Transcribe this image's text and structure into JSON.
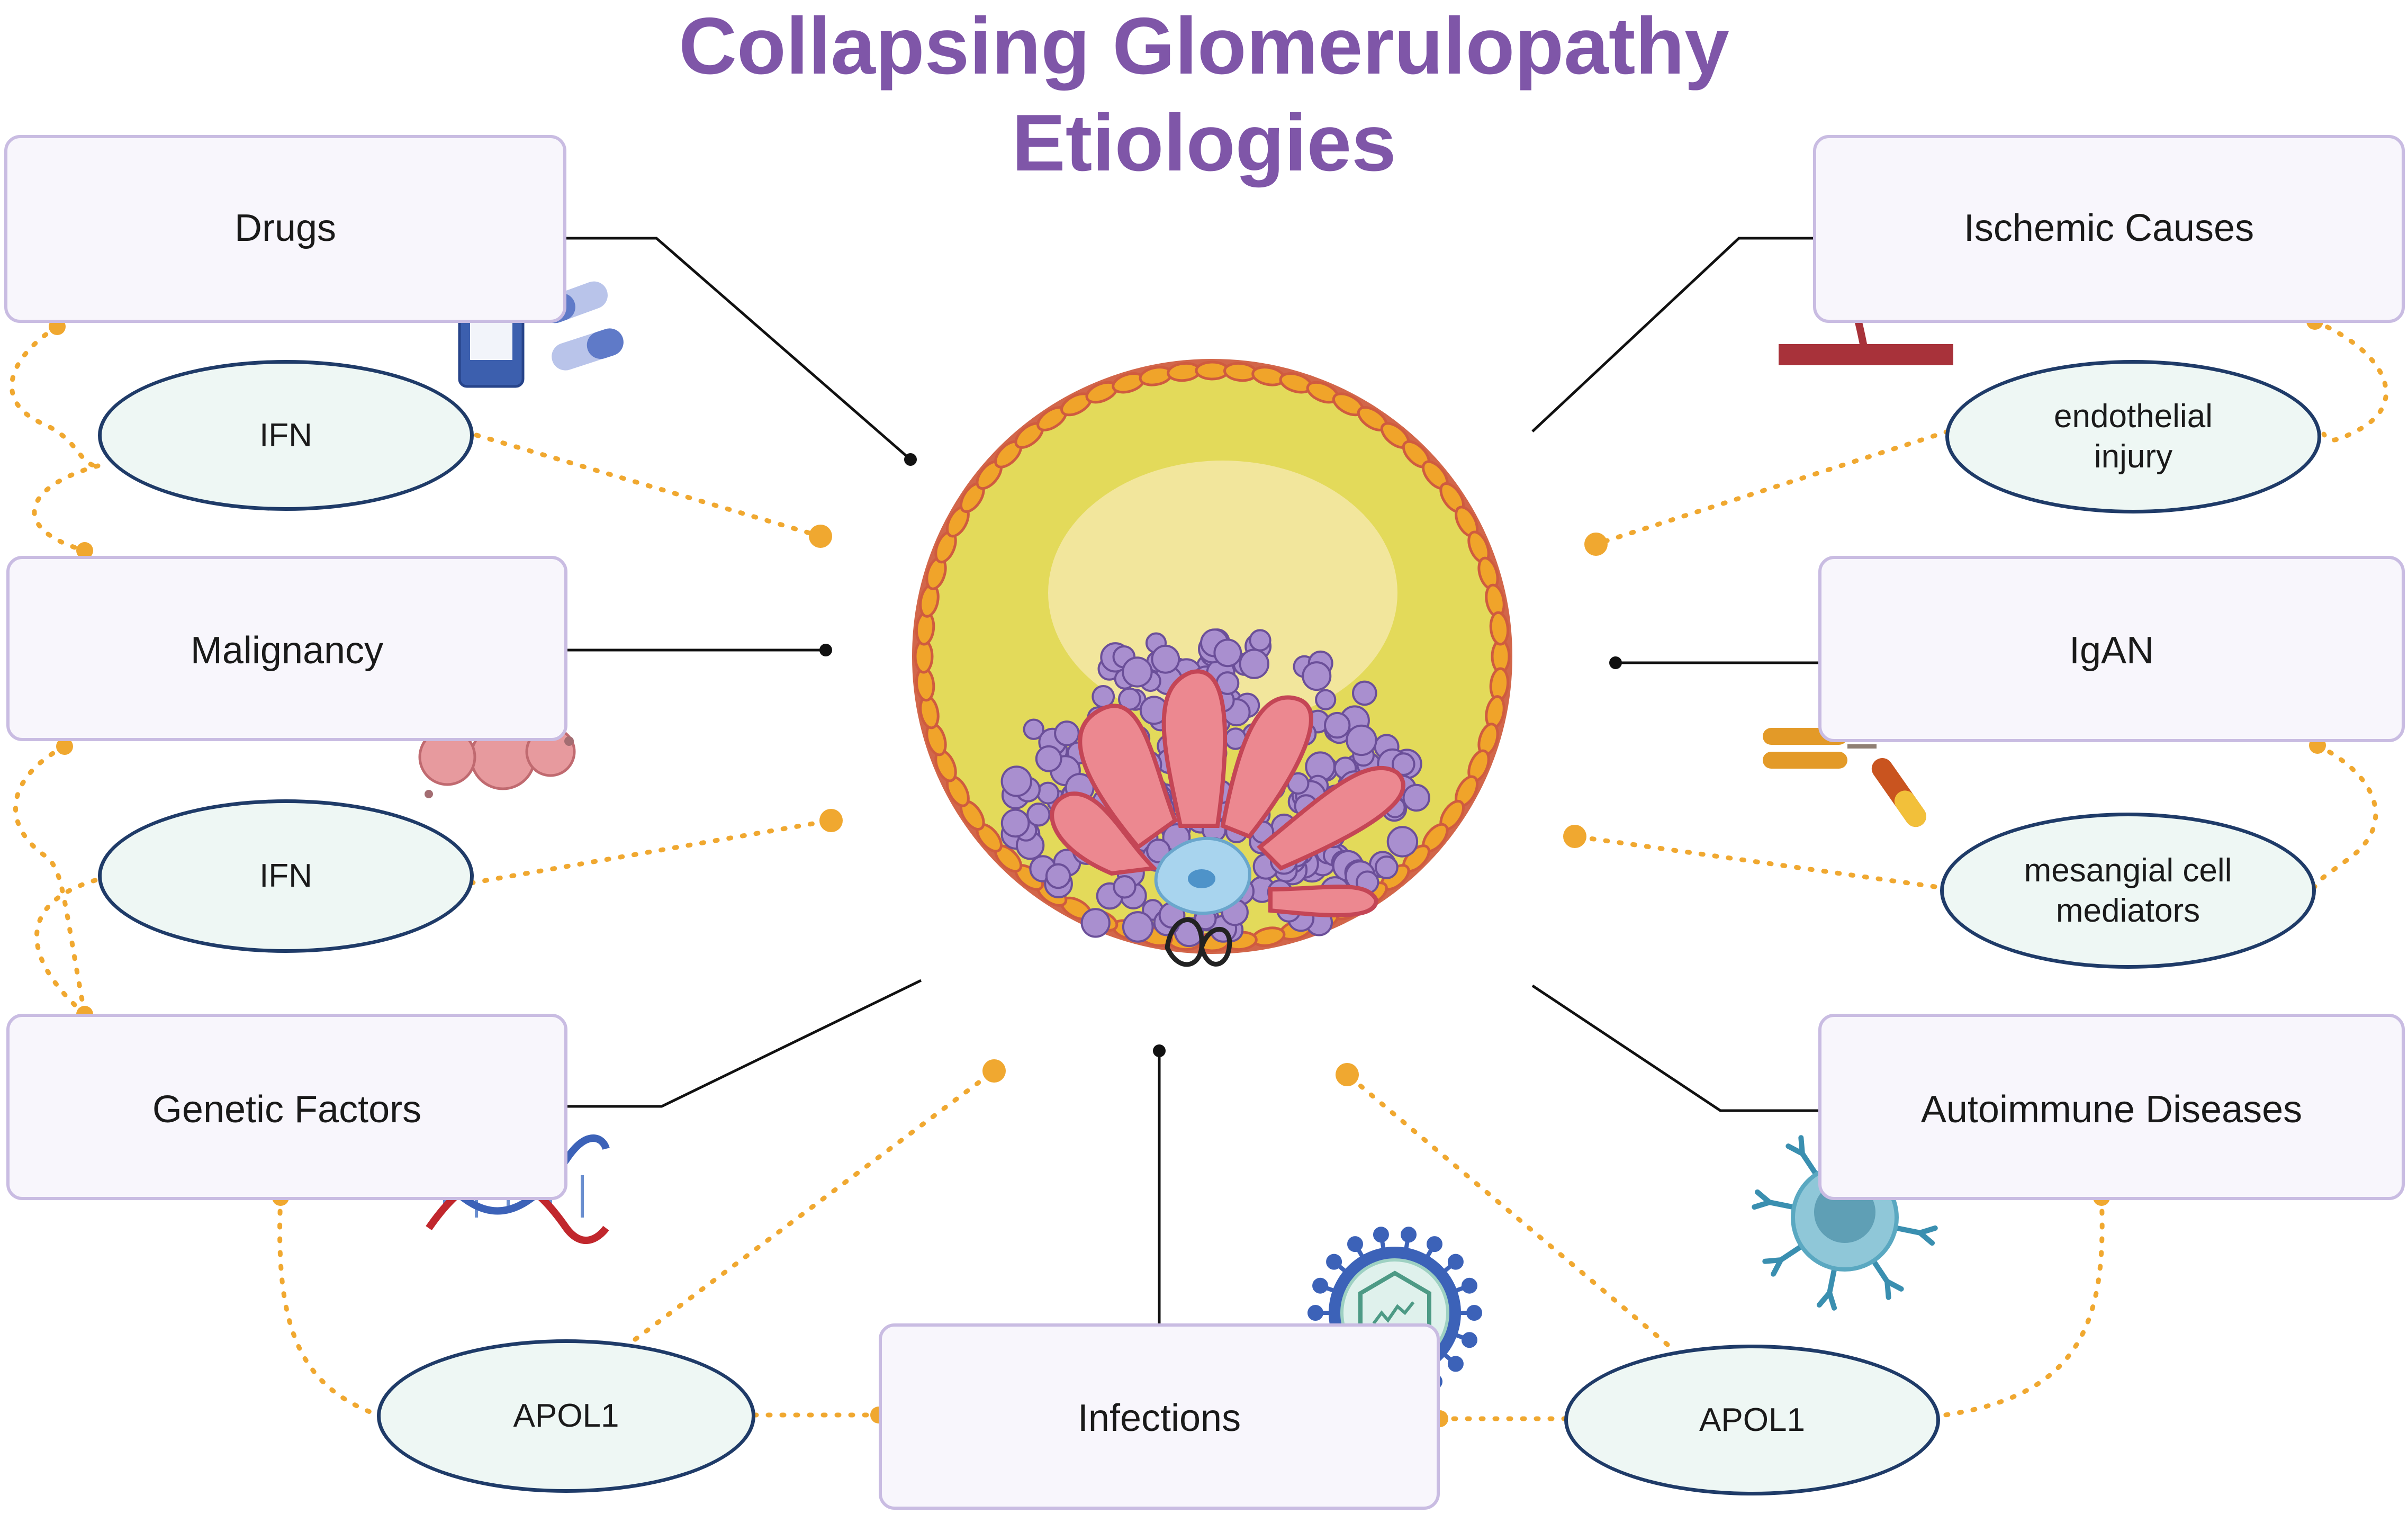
{
  "title": {
    "line1": "Collapsing Glomerulopathy",
    "line2": "Etiologies"
  },
  "etiologies": {
    "drugs": "Drugs",
    "malignancy": "Malignancy",
    "genetic": "Genetic Factors",
    "infections": "Infections",
    "ischemic": "Ischemic Causes",
    "igan": "IgAN",
    "autoimmune": "Autoimmune Diseases"
  },
  "mediators": {
    "ifn_drugs": "IFN",
    "ifn_malignancy": "IFN",
    "apol1_left": "APOL1",
    "apol1_right": "APOL1",
    "endothelial": "endothelial injury",
    "mesangial": "mesangial cell mediators"
  },
  "colors": {
    "title": "#7f56a8",
    "box_fill": "#f8f6fc",
    "box_border": "#c9bce2",
    "oval_fill": "#eef7f4",
    "oval_border": "#1f3b68",
    "dotted_link": "#f0a830",
    "solid_link": "#111111"
  },
  "icons": {
    "drugs": "pill-bottle-icon",
    "malignancy": "tumor-cells-icon",
    "genetic": "dna-helix-icon",
    "infections": "virus-icon",
    "ischemic": "blood-vessel-icon",
    "igan": "antibody-icon",
    "autoimmune": "immune-cell-icon",
    "center": "collapsed-glomerulus-illustration"
  }
}
